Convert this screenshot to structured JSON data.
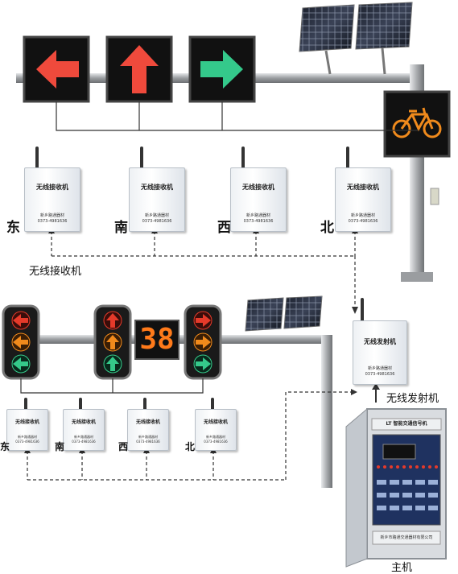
{
  "receiver_box": {
    "title": "无线接收机",
    "maker": "新乡路通器材",
    "phone": "0373-4981636"
  },
  "transmitter_box": {
    "title": "无线发射机",
    "maker": "新乡路通器材",
    "phone": "0373-4981636"
  },
  "directions": {
    "east": "东",
    "south": "南",
    "west": "西",
    "north": "北"
  },
  "captions": {
    "receivers": "无线接收机",
    "transmitter": "无线发射机",
    "host": "主机"
  },
  "countdown": "38",
  "controller": {
    "panel_title": "LT 智能交通信号机",
    "footer": "新乡市路通交通器材有限公司"
  },
  "colors": {
    "red": "#e53a2a",
    "green": "#35c98a",
    "amber": "#f08a1c",
    "pole": "#b3b6b9"
  }
}
